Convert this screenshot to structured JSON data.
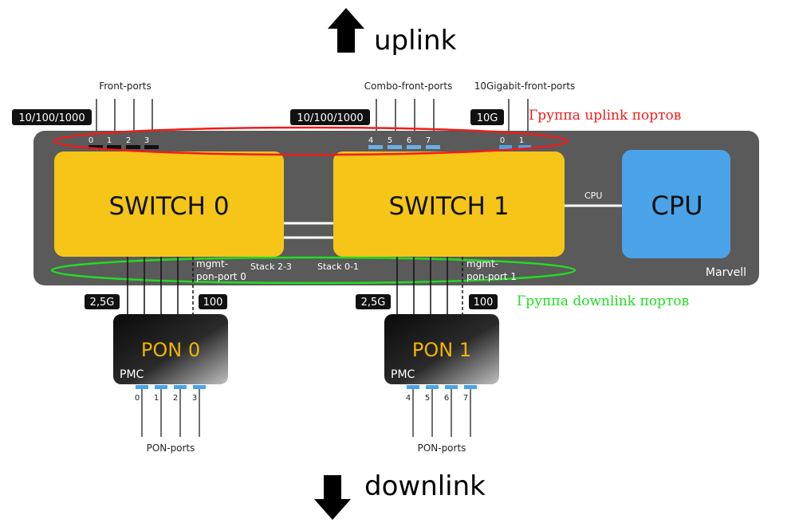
{
  "directions": {
    "uplink": "uplink",
    "downlink": "downlink"
  },
  "groups": {
    "uplink": "Группа uplink портов",
    "downlink": "Группа downlink портов"
  },
  "headers": {
    "front_ports": "Front-ports",
    "combo_front_ports": "Combo-front-ports",
    "tengig_front_ports": "10Gigabit-front-ports",
    "pon_ports_0": "PON-ports",
    "pon_ports_1": "PON-ports"
  },
  "speed_badges": {
    "front": "10/100/1000",
    "combo": "10/100/1000",
    "tengig": "10G",
    "pon0_uplink": "2,5G",
    "pon0_mgmt": "100",
    "pon1_uplink": "2,5G",
    "pon1_mgmt": "100"
  },
  "chassis": {
    "vendor": "Marvell"
  },
  "switches": [
    {
      "label": "SWITCH 0"
    },
    {
      "label": "SWITCH 1"
    }
  ],
  "cpu": {
    "label": "CPU",
    "link_label": "CPU"
  },
  "stack_labels": {
    "stack_23": "Stack 2-3",
    "stack_01": "Stack 0-1"
  },
  "mgmt_labels": {
    "pon0_line1": "mgmt-",
    "pon0_line2": "pon-port 0",
    "pon1_line1": "mgmt-",
    "pon1_line2": "pon-port 1"
  },
  "pon_modules": [
    {
      "name": "PON 0",
      "sub": "PMC"
    },
    {
      "name": "PON 1",
      "sub": "PMC"
    }
  ],
  "port_numbers": {
    "front": [
      "0",
      "1",
      "2",
      "3"
    ],
    "combo": [
      "4",
      "5",
      "6",
      "7"
    ],
    "tengig": [
      "0",
      "1"
    ],
    "pon0": [
      "0",
      "1",
      "2",
      "3"
    ],
    "pon1": [
      "4",
      "5",
      "6",
      "7"
    ]
  },
  "colors": {
    "chassis": "#5a5a5a",
    "switch": "#f5c518",
    "cpu": "#4aa3e8",
    "uplink_group": "#ee1c1c",
    "downlink_group": "#22dd22",
    "pon_text": "#f0b400",
    "port_blue": "#4aa3e8"
  }
}
